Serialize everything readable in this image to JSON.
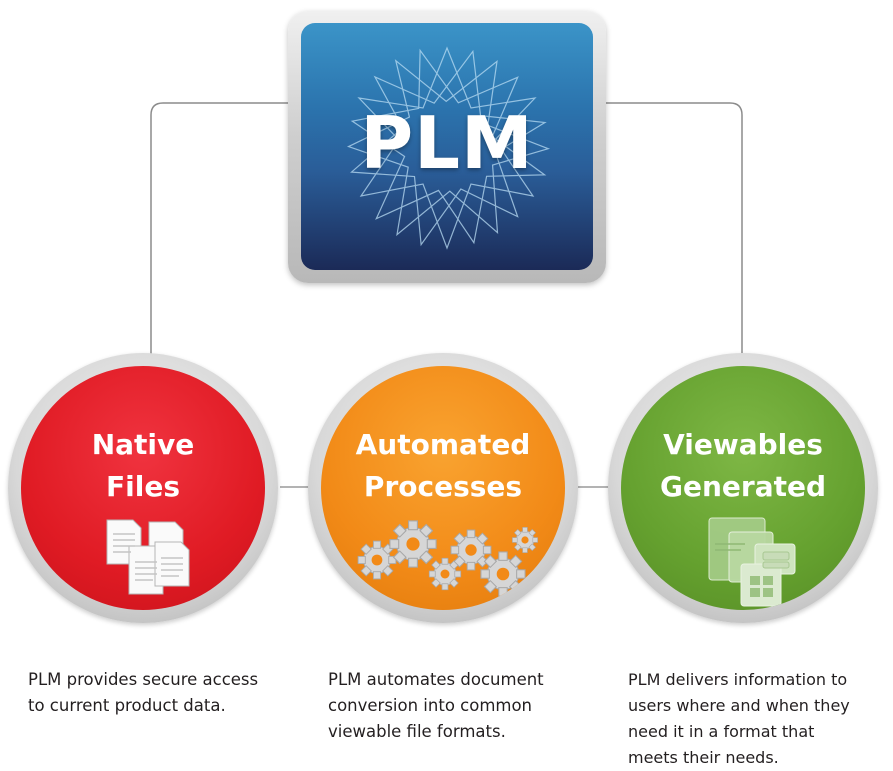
{
  "center": {
    "title": "PLM"
  },
  "nodes": [
    {
      "title_lines": [
        "Native",
        "Files"
      ],
      "description_lines": [
        "PLM provides secure access",
        "to current product data."
      ],
      "color": "#e01b24",
      "icon": "documents-icon"
    },
    {
      "title_lines": [
        "Automated",
        "Processes"
      ],
      "description_lines": [
        "PLM automates document",
        "conversion into common",
        "viewable file formats."
      ],
      "color": "#f28a17",
      "icon": "gears-icon"
    },
    {
      "title_lines": [
        "Viewables",
        "Generated"
      ],
      "description_lines": [
        "PLM delivers information to",
        "users where and when they",
        "need it in a format that",
        "meets their needs."
      ],
      "color": "#65a12f",
      "icon": "viewables-icon"
    }
  ]
}
